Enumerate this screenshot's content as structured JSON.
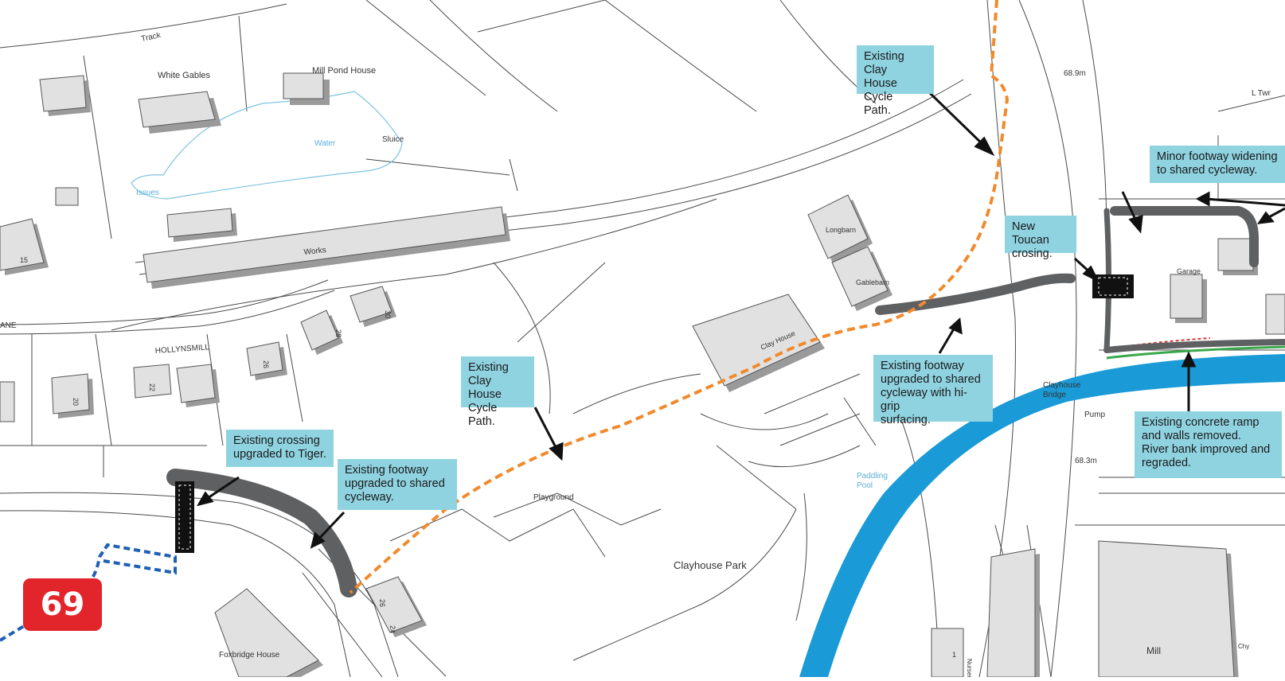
{
  "page": {
    "number": "69"
  },
  "map": {
    "place_labels": {
      "track": "Track",
      "white_gables": "White Gables",
      "mill_pond_house": "Mill Pond House",
      "water": "Water",
      "sluice": "Sluice",
      "issues": "Issues",
      "works": "Works",
      "lane": "ANE",
      "hollynsmill": "HOLLYNSMILL",
      "longbarn": "Longbarn",
      "gablebarn": "Gablebarn",
      "clay_house": "Clay House",
      "playground": "Playground",
      "clayhouse_park": "Clayhouse Park",
      "paddling_pool": "Paddling\nPool",
      "clayhouse_bridge": "Clayhouse\nBridge",
      "pump": "Pump",
      "garage": "Garage",
      "l_twr": "L Twr",
      "spot_height_upper": "68.9m",
      "spot_height_lower": "68.3m",
      "foxbridge_house": "Foxbridge House",
      "mill": "Mill",
      "chy": "Chy",
      "nursery": "Nurser",
      "house_15": "15",
      "house_30": "30",
      "house_28": "28",
      "house_26": "26",
      "house_22": "22",
      "house_20": "20",
      "house_26b": "26",
      "house_24": "24",
      "house_1": "1"
    },
    "colors": {
      "cycle_path": "#f08a2c",
      "shared_cycleway": "#5f6062",
      "river": "#1a9ad6",
      "blue_route": "#1f5fb4",
      "callout": "#8fd3e1",
      "badge": "#e2242b",
      "building_fill": "#e1e1e1",
      "building_shadow": "#9a9a9a",
      "water_outline": "#7ec3e0"
    }
  },
  "callouts": {
    "existing_clay_house_path_upper": "Existing Clay\nHouse Cycle\nPath.",
    "minor_footway_widening": "Minor footway widening\nto shared cycleway.",
    "new_toucan_crossing": "New Toucan\ncrosing.",
    "existing_clay_house_path_lower": "Existing Clay\nHouse Cycle\nPath.",
    "footway_hi_grip": "Existing footway\nupgraded to shared\ncycleway with hi-grip\nsurfacing.",
    "concrete_ramp_removed": "Existing concrete ramp\nand walls removed.\nRiver bank improved and\nregraded.",
    "crossing_tiger": "Existing crossing\nupgraded to Tiger.",
    "footway_shared": "Existing footway\nupgraded to shared\ncycleway."
  }
}
